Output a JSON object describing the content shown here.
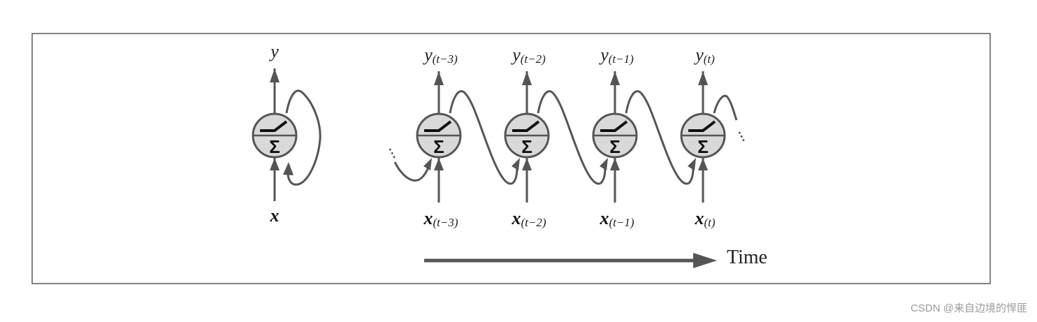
{
  "folded": {
    "input_label": "x",
    "output_label": "y"
  },
  "unrolled": {
    "steps": [
      {
        "input_label": "x",
        "input_sub": "(t−3)",
        "output_label": "y",
        "output_sub": "(t−3)"
      },
      {
        "input_label": "x",
        "input_sub": "(t−2)",
        "output_label": "y",
        "output_sub": "(t−2)"
      },
      {
        "input_label": "x",
        "input_sub": "(t−1)",
        "output_label": "y",
        "output_sub": "(t−1)"
      },
      {
        "input_label": "x",
        "input_sub": "(t)",
        "output_label": "y",
        "output_sub": "(t)"
      }
    ],
    "leading_ellipsis": "...",
    "trailing_ellipsis": "..."
  },
  "time_axis": {
    "label": "Time"
  },
  "neuron": {
    "symbol": "Σ",
    "activation_icon": "step-activation-icon",
    "fill_color": "#d9d9d9",
    "stroke_color": "#555555"
  },
  "colors": {
    "line": "#555555",
    "frame": "#333333"
  },
  "watermark": "CSDN @来自边境的悍匪"
}
